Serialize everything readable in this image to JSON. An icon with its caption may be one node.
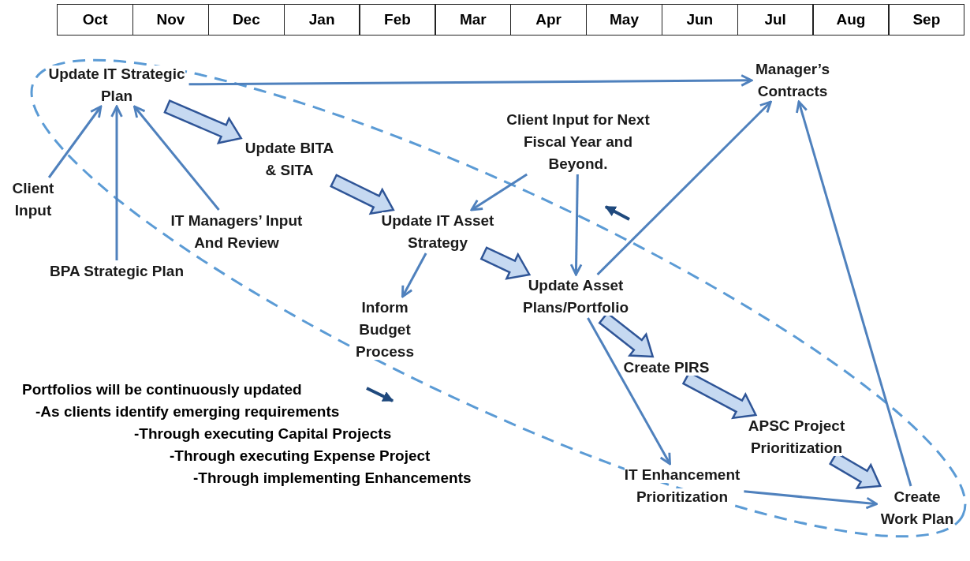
{
  "diagram": {
    "nodes": [
      {
        "text": [
          "Update IT Strategic Plan"
        ]
      },
      {
        "text": [
          "Client Input"
        ]
      },
      {
        "text": [
          "BPA Strategic Plan"
        ]
      },
      {
        "text": [
          "IT Managers’ Input And Review"
        ]
      },
      {
        "text": [
          "Manager’s Contracts"
        ]
      },
      {
        "text": [
          "Update BITA & SITA"
        ]
      },
      {
        "text": [
          "Client Input for Next Fiscal Year and Beyond."
        ]
      },
      {
        "text": [
          "Update  IT Asset Strategy"
        ]
      },
      {
        "text": [
          "Inform Budget Process"
        ]
      },
      {
        "text": [
          "Update Asset  Plans/Portfolio"
        ]
      },
      {
        "text": [
          "Create PIRS"
        ]
      },
      {
        "text": [
          "APSC Project Prioritization"
        ]
      },
      {
        "text": [
          "IT Enhancement Prioritization"
        ]
      },
      {
        "text": [
          "Create Work Plan"
        ]
      }
    ],
    "edges": [
      {
        "from": 1,
        "to": 0,
        "arrow": "to"
      },
      {
        "from": 2,
        "to": 0,
        "arrow": "to"
      },
      {
        "from": 3,
        "to": 0,
        "arrow": "to"
      },
      {
        "from": 0,
        "to": 4,
        "arrow": "to"
      },
      {
        "from": 0,
        "to": 5,
        "arrow": "to",
        "style": "thick",
        "color": "#c6d9f1"
      },
      {
        "from": 5,
        "to": 7,
        "arrow": "to",
        "style": "thick",
        "color": "#c6d9f1"
      },
      {
        "from": 6,
        "to": 7,
        "arrow": "to"
      },
      {
        "from": 6,
        "to": 9,
        "arrow": "to"
      },
      {
        "from": 7,
        "to": 8,
        "arrow": "to"
      },
      {
        "from": 7,
        "to": 9,
        "arrow": "to",
        "style": "thick",
        "color": "#c6d9f1"
      },
      {
        "from": 9,
        "to": 4,
        "arrow": "to"
      },
      {
        "from": 9,
        "to": 10,
        "arrow": "to",
        "style": "thick",
        "color": "#c6d9f1"
      },
      {
        "from": 10,
        "to": 11,
        "arrow": "to",
        "style": "thick",
        "color": "#c6d9f1"
      },
      {
        "from": 11,
        "to": 13,
        "arrow": "to",
        "style": "thick",
        "color": "#c6d9f1"
      },
      {
        "from": 9,
        "to": 12,
        "arrow": "to"
      },
      {
        "from": 12,
        "to": 13,
        "arrow": "to"
      },
      {
        "from": 13,
        "to": 4,
        "arrow": "to"
      }
    ],
    "labels": [
      "Oct",
      "Nov",
      "Dec",
      "Jan",
      "Feb",
      "Mar",
      "Apr",
      "May",
      "Jun",
      "Jul",
      "Aug",
      "Sep",
      "Portfolios will be continuously updated",
      "-As clients identify emerging requirements",
      "-Through executing Capital Projects",
      "-Through executing Expense Project",
      "-Through implementing Enhancements"
    ]
  }
}
